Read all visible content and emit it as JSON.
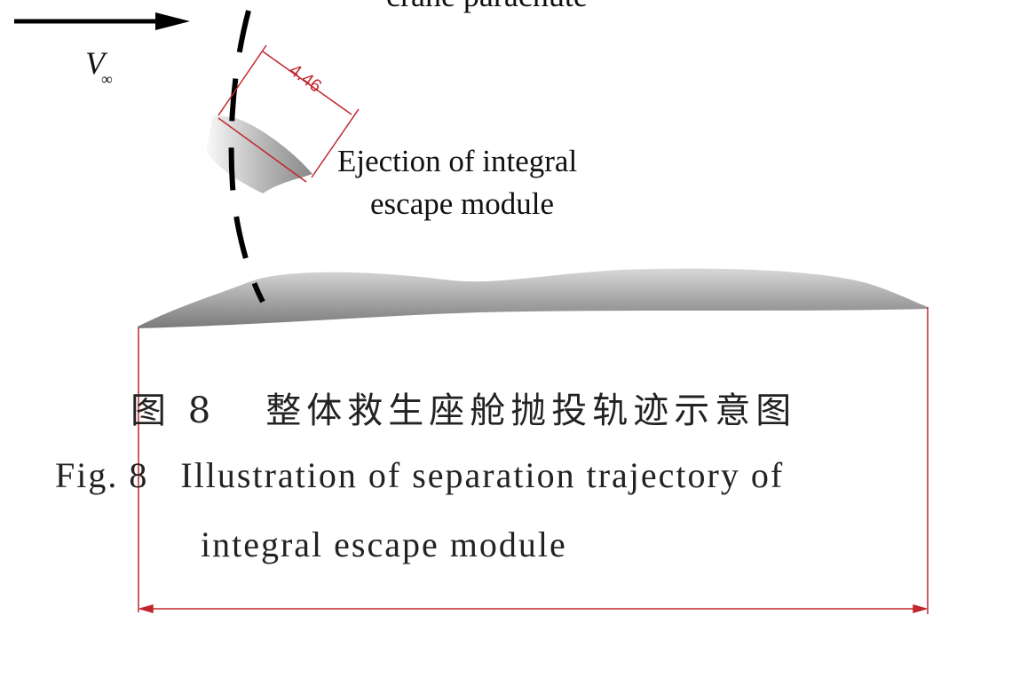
{
  "diagram": {
    "top_label": "crane parachute",
    "velocity_symbol": "V",
    "velocity_subscript": "∞",
    "dimension_value": "4.46",
    "ejection_label_line1": "Ejection of integral",
    "ejection_label_line2": "escape module",
    "colors": {
      "dimension": "#c0272d",
      "trajectory": "#000000",
      "body": "#9a9a9a"
    }
  },
  "caption": {
    "chinese": "图 8   整体救生座舱抛投轨迹示意图",
    "english_line1": "Fig. 8   Illustration of separation trajectory of",
    "english_line2": "integral escape module"
  }
}
